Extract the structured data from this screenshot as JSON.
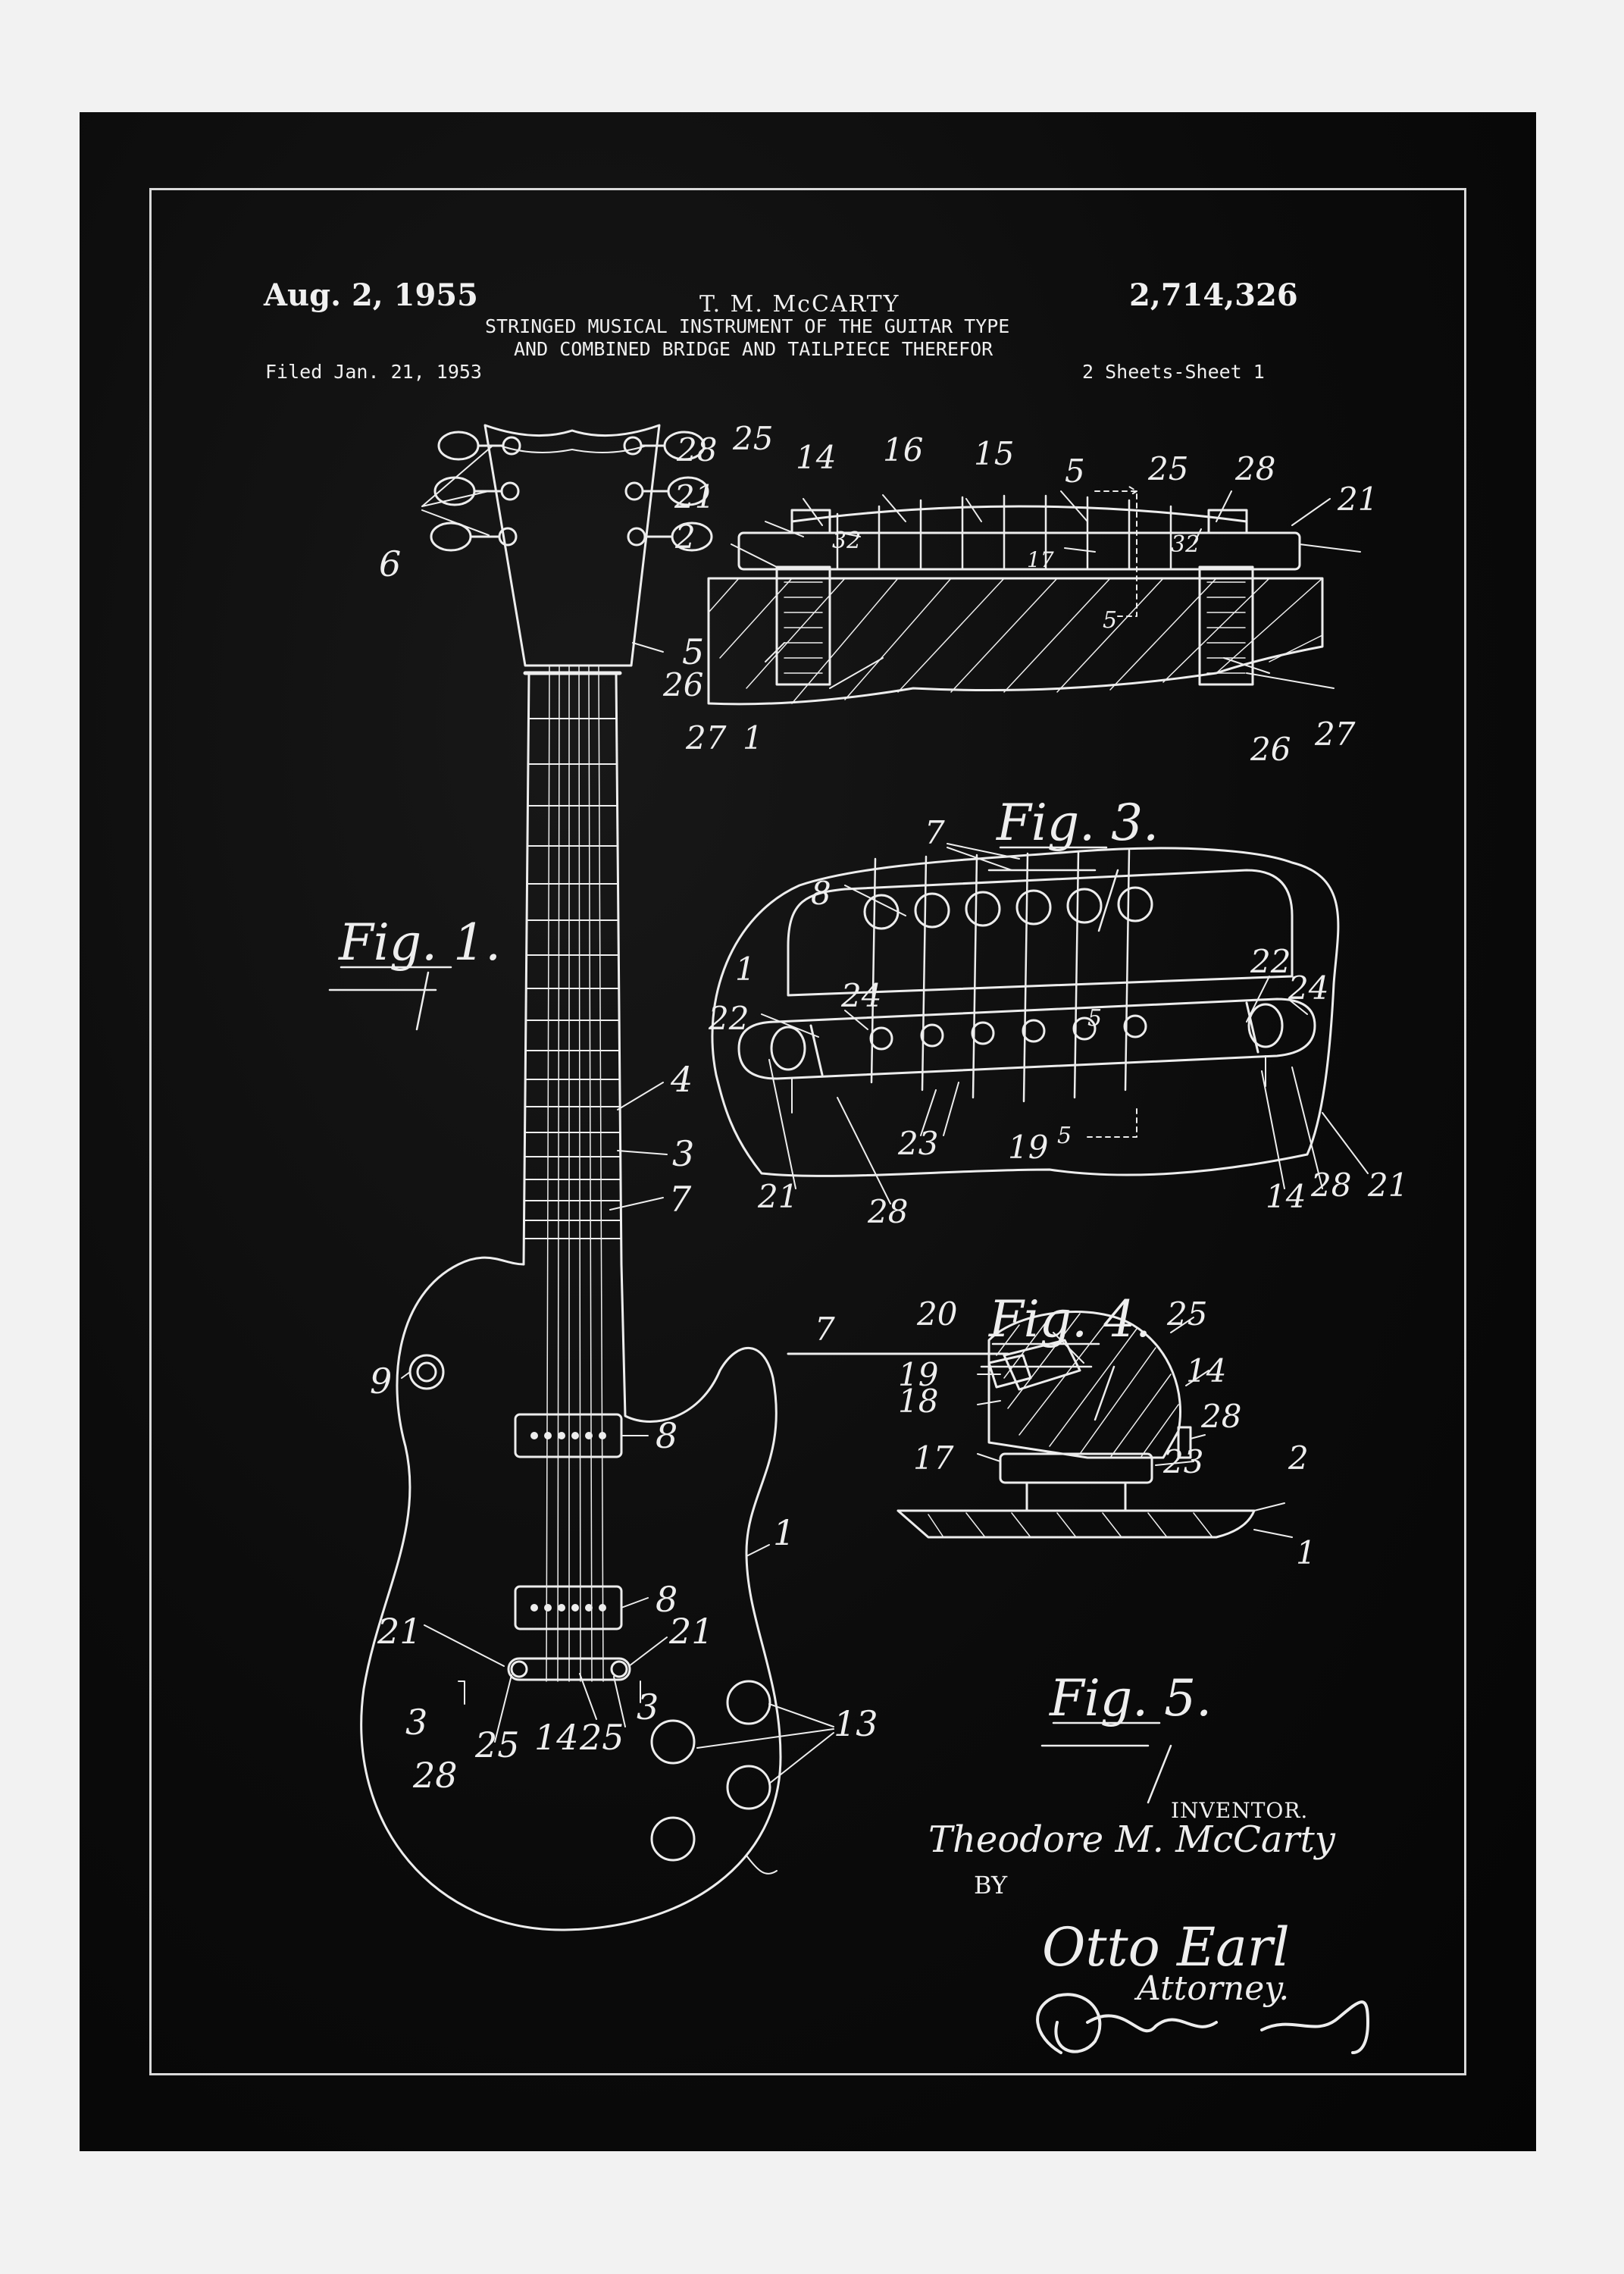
{
  "header": {
    "date": "Aug. 2, 1955",
    "inventor_name": "T. M. McCARTY",
    "patent_number": "2,714,326",
    "title_line1": "STRINGED MUSICAL INSTRUMENT OF THE GUITAR TYPE",
    "title_line2": "AND COMBINED BRIDGE AND TAILPIECE THEREFOR",
    "filed": "Filed Jan. 21, 1953",
    "sheets": "2 Sheets-Sheet 1"
  },
  "figures": {
    "fig1": "Fig. 1.",
    "fig3": "Fig. 3.",
    "fig4": "Fig. 4.",
    "fig5": "Fig. 5."
  },
  "signature": {
    "inventor_label": "INVENTOR.",
    "inventor_sig": "Theodore M. McCarty",
    "by": "BY",
    "attorney_sig": "Otto Earl",
    "attorney_label": "Attorney."
  },
  "ref_numerals": {
    "fig1": [
      "6",
      "5",
      "4",
      "3",
      "7",
      "9",
      "8",
      "8",
      "1",
      "21",
      "21",
      "3",
      "3",
      "25",
      "14",
      "25",
      "28",
      "13"
    ],
    "fig3": [
      "28",
      "25",
      "14",
      "16",
      "15",
      "5",
      "25",
      "28",
      "21",
      "21",
      "2",
      "32",
      "32",
      "17",
      "5",
      "26",
      "27",
      "1",
      "26",
      "27"
    ],
    "fig4": [
      "7",
      "8",
      "1",
      "22",
      "24",
      "22",
      "24",
      "23",
      "19",
      "5",
      "5",
      "21",
      "28",
      "14",
      "28",
      "21"
    ],
    "fig5": [
      "7",
      "20",
      "25",
      "14",
      "19",
      "18",
      "28",
      "17",
      "23",
      "2",
      "1"
    ]
  }
}
